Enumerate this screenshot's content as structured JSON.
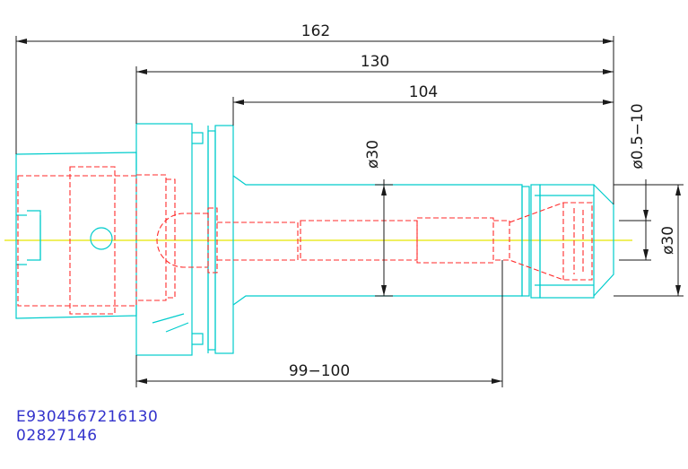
{
  "dimensions": {
    "overall_length": "162",
    "body_length": "130",
    "shank_length": "104",
    "gauge_range": "99−100",
    "shank_diameter": "ø30",
    "nose_diameter": "ø30",
    "clamping_range": "ø0.5−10"
  },
  "codes": {
    "line1": "E9304567216130",
    "line2": "02827146"
  },
  "colors": {
    "outline": "#00cccc",
    "hidden_lines": "#ff2a2a",
    "center_line": "#e6e600",
    "dimension": "#1a1a1a",
    "code_text": "#3333cc"
  }
}
